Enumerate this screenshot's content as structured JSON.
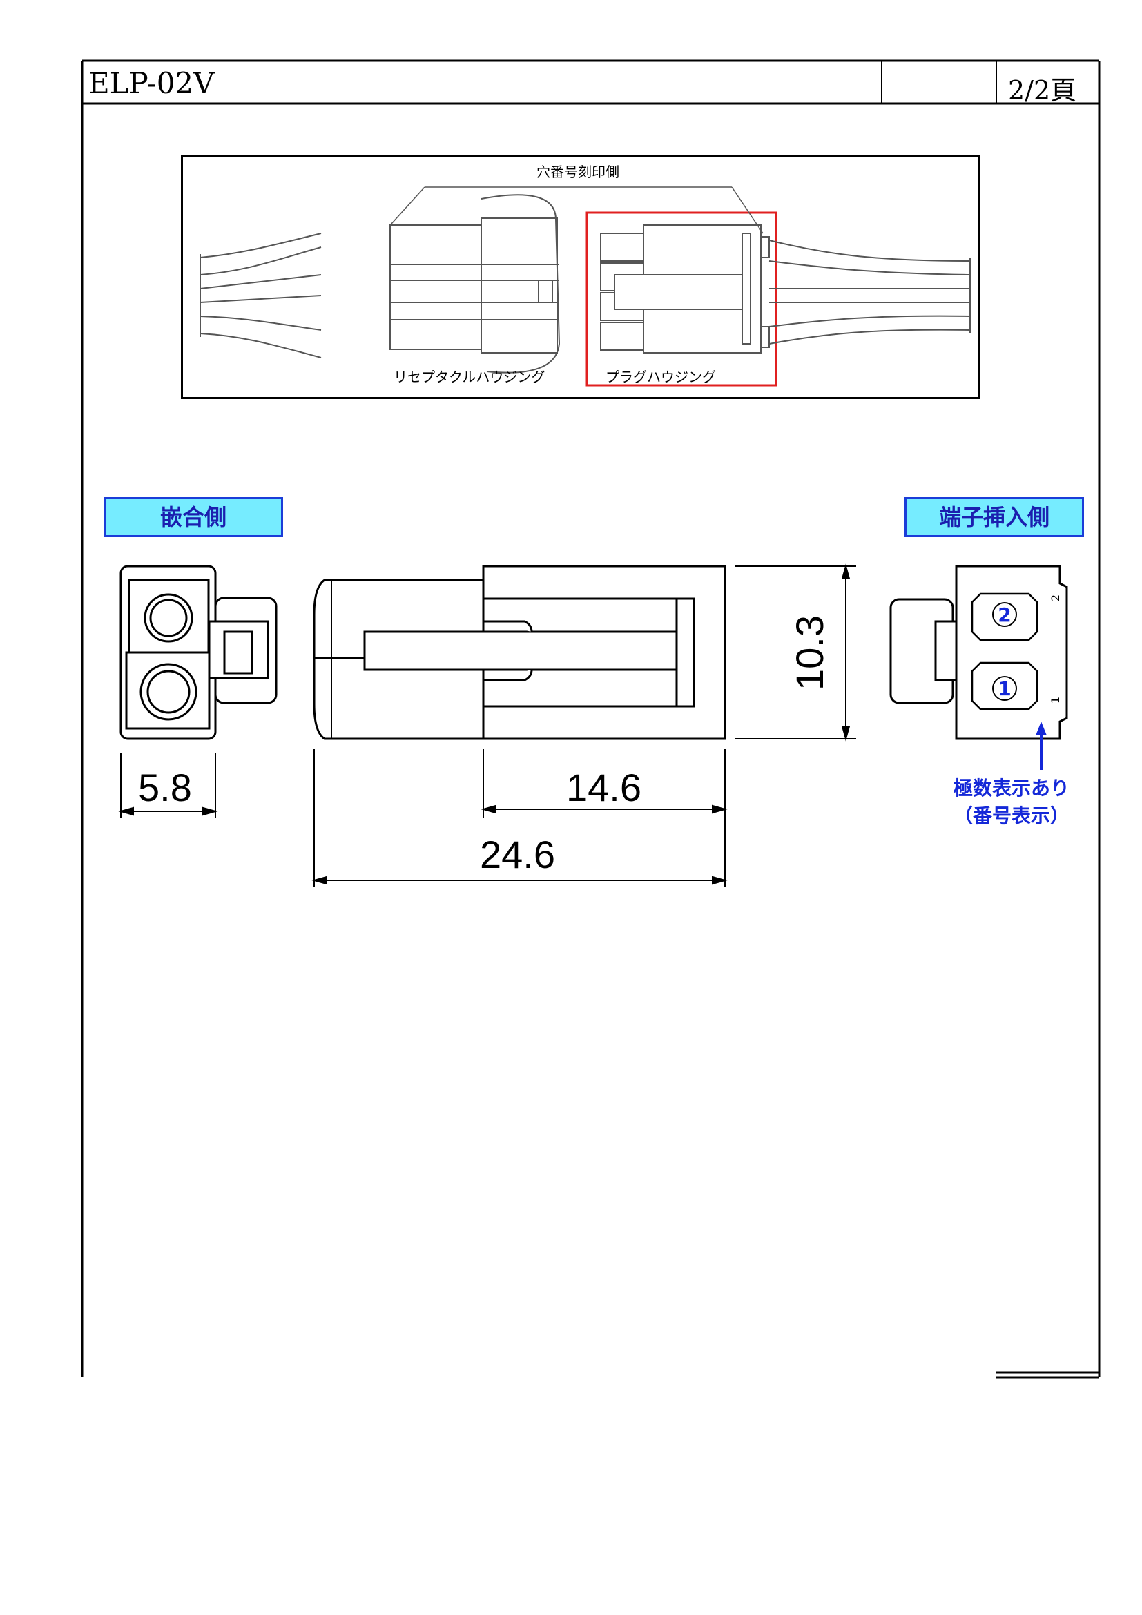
{
  "header": {
    "model": "ELP-02V",
    "page": "2/2頁"
  },
  "illustration": {
    "top_label": "穴番号刻印側",
    "receptacle_label": "リセプタクルハウジング",
    "plug_label": "プラグハウジング"
  },
  "views": {
    "mating_side_label": "嵌合側",
    "terminal_insertion_label": "端子挿入側"
  },
  "dimensions": {
    "width": "5.8",
    "body_length": "14.6",
    "total_length": "24.6",
    "height": "10.3"
  },
  "terminal_view": {
    "pin_2": "2",
    "pin_1": "1",
    "mark_2": "2",
    "mark_1": "1",
    "note_line1": "極数表示あり",
    "note_line2": "（番号表示）"
  },
  "colors": {
    "label_bg": "#76ECFF",
    "label_border": "#1B3DD8",
    "highlight": "#E02020",
    "note": "#1428D8"
  }
}
